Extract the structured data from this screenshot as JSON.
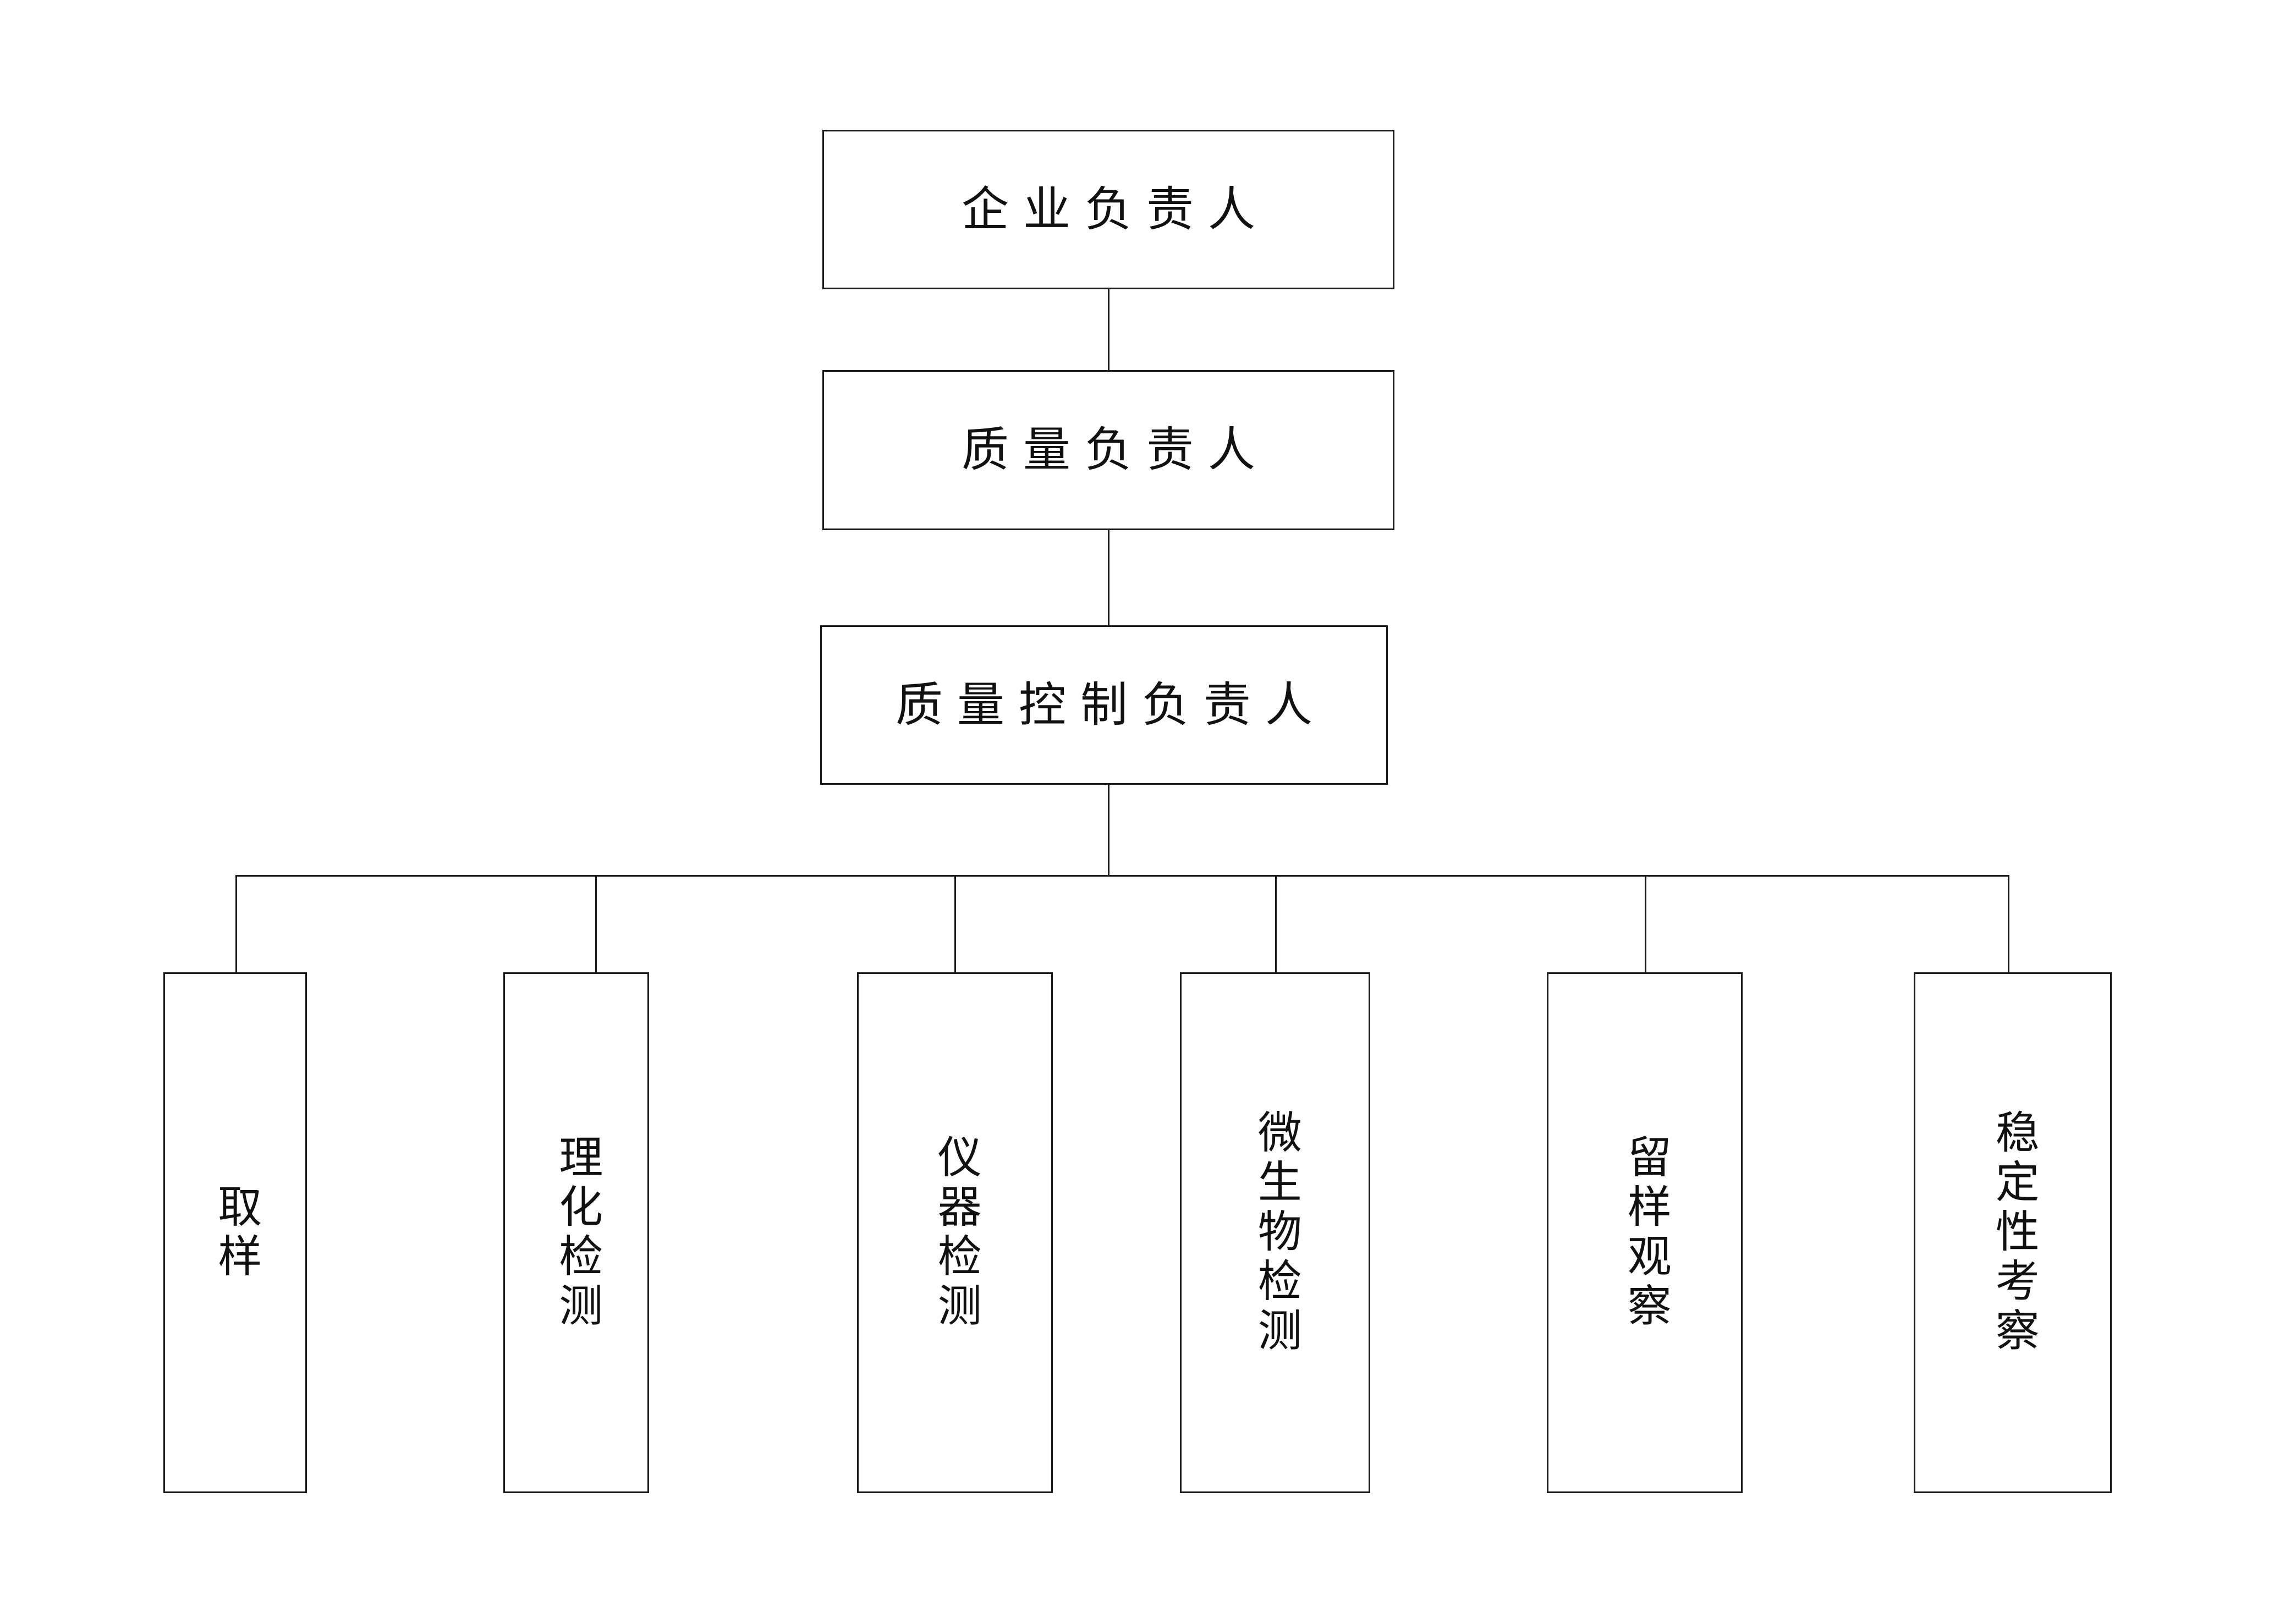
{
  "diagram": {
    "title_chain": [
      "企业负责人",
      "质量负责人",
      "质量控制负责人"
    ],
    "colors": {
      "line": "#1a1a1a",
      "text": "#111111",
      "background": "#ffffff"
    },
    "levels": [
      {
        "level": 1,
        "nodes": [
          {
            "id": "enterprise-manager",
            "label": "企业负责人",
            "orientation": "horizontal"
          }
        ]
      },
      {
        "level": 2,
        "nodes": [
          {
            "id": "quality-manager",
            "label": "质量负责人",
            "orientation": "horizontal"
          }
        ]
      },
      {
        "level": 3,
        "nodes": [
          {
            "id": "quality-control-manager",
            "label": "质量控制负责人",
            "orientation": "horizontal"
          }
        ]
      },
      {
        "level": 4,
        "nodes": [
          {
            "id": "sampling",
            "label": "取样",
            "orientation": "vertical"
          },
          {
            "id": "physicochemical-testing",
            "label": "理化检测",
            "orientation": "vertical"
          },
          {
            "id": "instrument-testing",
            "label": "仪器检测",
            "orientation": "vertical"
          },
          {
            "id": "microbiological-testing",
            "label": "微生物检测",
            "orientation": "vertical"
          },
          {
            "id": "retained-sample-observation",
            "label": "留样观察",
            "orientation": "vertical"
          },
          {
            "id": "stability-study",
            "label": "稳定性考察",
            "orientation": "vertical"
          }
        ]
      }
    ]
  }
}
